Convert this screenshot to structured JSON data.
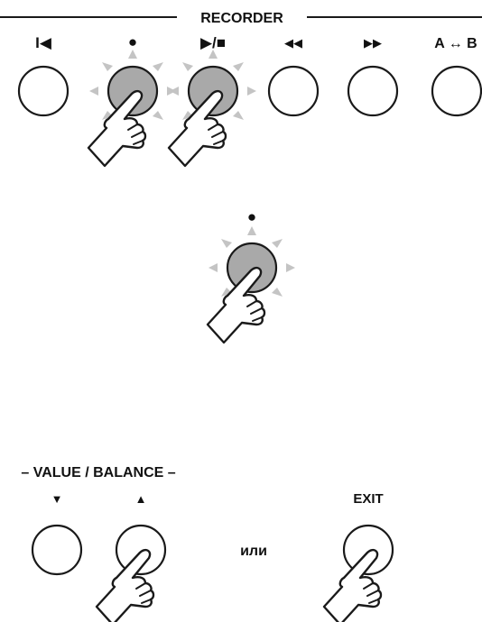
{
  "recorder": {
    "section_label": "RECORDER",
    "buttons": [
      {
        "id": "reset",
        "symbol": "I◀",
        "icon": "skip-to-start-icon",
        "pressed": false
      },
      {
        "id": "rec",
        "symbol": "●",
        "icon": "record-icon",
        "pressed": true
      },
      {
        "id": "play_stop",
        "symbol": "▶/■",
        "icon": "play-stop-icon",
        "pressed": true
      },
      {
        "id": "rew",
        "symbol": "◀◀",
        "icon": "rewind-icon",
        "pressed": false
      },
      {
        "id": "ff",
        "symbol": "▶▶",
        "icon": "fast-forward-icon",
        "pressed": false
      },
      {
        "id": "ab",
        "symbol": "A ↔ B",
        "icon": "ab-loop-icon",
        "pressed": false
      }
    ]
  },
  "rec_step": {
    "symbol": "●",
    "pressed": true
  },
  "value_balance": {
    "section_label": "– VALUE / BALANCE –",
    "down_symbol": "▼",
    "up_symbol": "▲",
    "up_pressed": true
  },
  "or_label": "или",
  "exit": {
    "label": "EXIT",
    "pressed": true
  },
  "colors": {
    "button_fill": "#ffffff",
    "button_pressed_fill": "#a9a9a9",
    "stroke": "#1a1a1a",
    "ray": "#c4c4c4"
  }
}
